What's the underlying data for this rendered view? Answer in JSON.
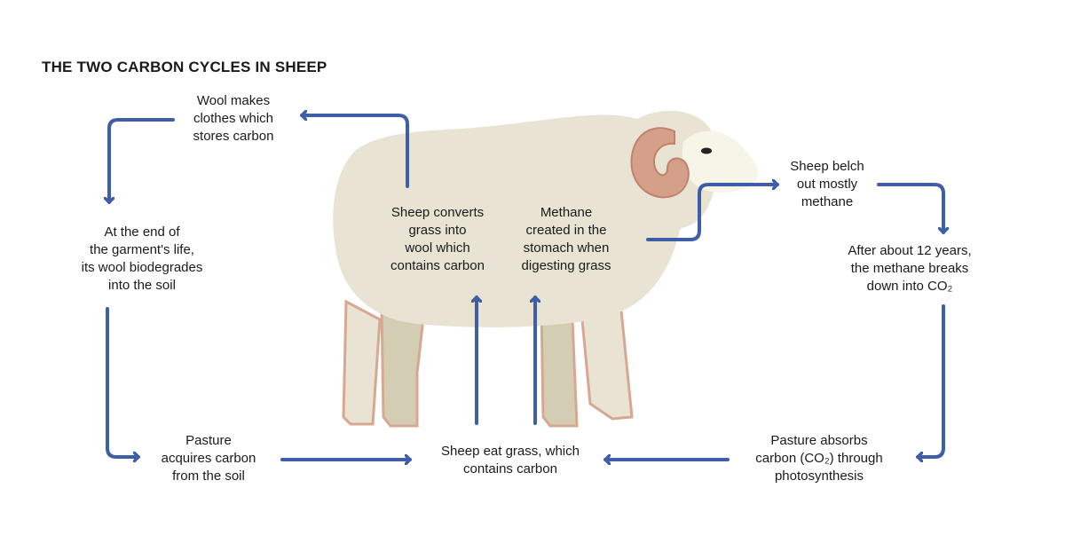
{
  "title": "THE TWO CARBON CYCLES IN SHEEP",
  "nodes": {
    "wool_clothes": "Wool makes\nclothes which\nstores carbon",
    "garment_end": "At the end of\nthe garment's life,\nits wool biodegrades\ninto the soil",
    "pasture_soil": "Pasture\nacquires carbon\nfrom the soil",
    "sheep_eat": "Sheep eat grass, which\ncontains carbon",
    "sheep_converts": "Sheep converts\ngrass into\nwool which\ncontains carbon",
    "methane_stomach": "Methane\ncreated in the\nstomach when\ndigesting grass",
    "sheep_belch": "Sheep belch\nout mostly\nmethane",
    "methane_breaks": "After about 12 years,\nthe methane breaks\ndown into CO₂",
    "pasture_absorbs": "Pasture absorbs\ncarbon (CO₂) through\nphotosynthesis"
  },
  "colors": {
    "arrow": "#3f5ea8",
    "sheep_body": "#e8e3d2",
    "sheep_legs": "#d3ceb3",
    "horn": "#d4a08a",
    "horn_inner": "#c2806b",
    "face": "#f7f4e8"
  }
}
